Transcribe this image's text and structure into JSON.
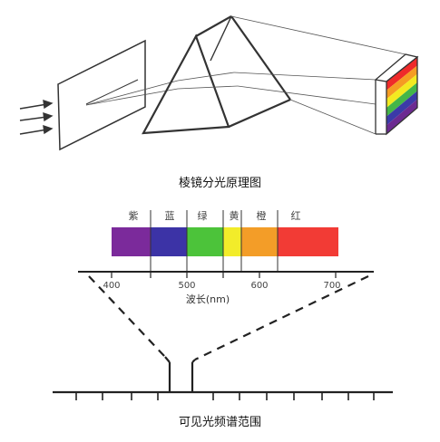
{
  "prism_caption": "棱镜分光原理图",
  "spectrum_caption": "可见光频谱范围",
  "axis_label": "波长(nm)",
  "tick_labels": [
    "400",
    "500",
    "600",
    "700"
  ],
  "bands": [
    {
      "name": "紫",
      "color": "#7b2a9b"
    },
    {
      "name": "蓝",
      "color": "#3c33a6"
    },
    {
      "name": "绿",
      "color": "#4cc33a"
    },
    {
      "name": "黄",
      "color": "#f2ec2a"
    },
    {
      "name": "橙",
      "color": "#f39d28"
    },
    {
      "name": "红",
      "color": "#f23b35"
    }
  ],
  "mini_spectrum_colors": [
    "#ef2a2a",
    "#f59c23",
    "#f3ea20",
    "#43b648",
    "#3b3aa8",
    "#6c2a91"
  ]
}
